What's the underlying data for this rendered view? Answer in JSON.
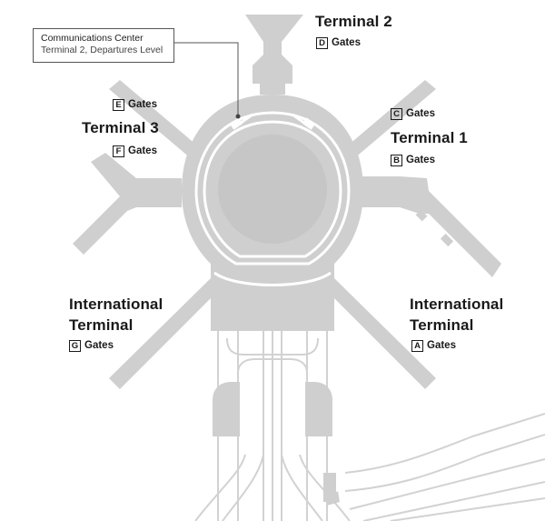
{
  "callout": {
    "title": "Communications Center",
    "subtitle": "Terminal 2, Departures Level"
  },
  "terminals": [
    {
      "id": "t2",
      "name": "Terminal 2"
    },
    {
      "id": "t1",
      "name": "Terminal 1"
    },
    {
      "id": "t3",
      "name": "Terminal 3"
    },
    {
      "id": "intl_left",
      "name_line1": "International",
      "name_line2": "Terminal"
    },
    {
      "id": "intl_right",
      "name_line1": "International",
      "name_line2": "Terminal"
    }
  ],
  "gates": [
    {
      "letter": "D",
      "label": "Gates"
    },
    {
      "letter": "E",
      "label": "Gates"
    },
    {
      "letter": "F",
      "label": "Gates"
    },
    {
      "letter": "C",
      "label": "Gates"
    },
    {
      "letter": "B",
      "label": "Gates"
    },
    {
      "letter": "G",
      "label": "Gates"
    },
    {
      "letter": "A",
      "label": "Gates"
    }
  ],
  "colors": {
    "building": "#cfcfcf",
    "road_outline": "#d4d4d4",
    "text": "#1a1a1a",
    "background": "#ffffff"
  }
}
